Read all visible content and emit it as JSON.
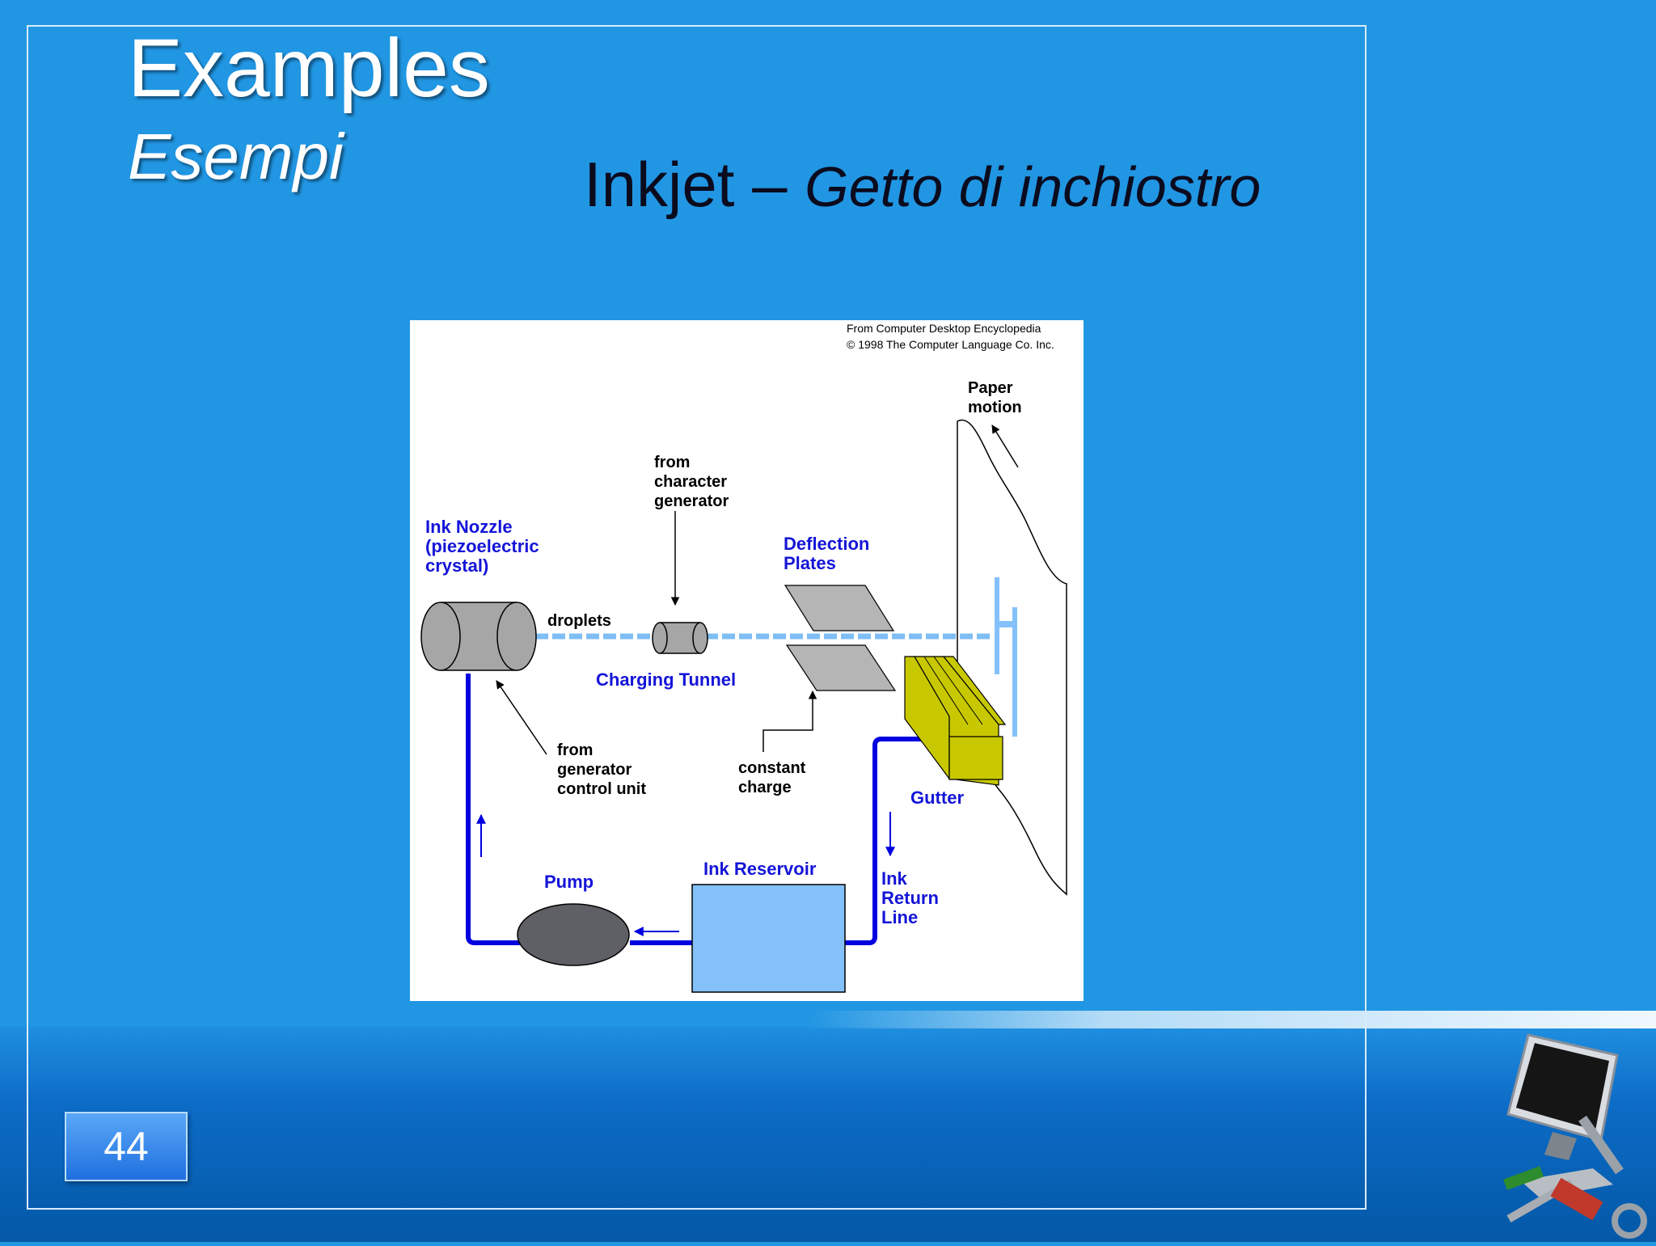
{
  "slide": {
    "title_en": "Examples",
    "title_it": "Esempi",
    "subtitle_en": "Inkjet – ",
    "subtitle_it": "Getto di inchiostro",
    "page_number": "44"
  },
  "diagram": {
    "credit_line1": "From Computer Desktop Encyclopedia",
    "credit_line2": "© 1998 The Computer Language Co. Inc.",
    "paper_motion_1": "Paper",
    "paper_motion_2": "motion",
    "from_char_1": "from",
    "from_char_2": "character",
    "from_char_3": "generator",
    "nozzle_1": "Ink Nozzle",
    "nozzle_2": "(piezoelectric",
    "nozzle_3": "crystal)",
    "deflection_1": "Deflection",
    "deflection_2": "Plates",
    "droplets": "droplets",
    "charging_tunnel": "Charging Tunnel",
    "from_gen_1": "from",
    "from_gen_2": "generator",
    "from_gen_3": "control unit",
    "constant_1": "constant",
    "constant_2": "charge",
    "gutter": "Gutter",
    "pump": "Pump",
    "reservoir": "Ink Reservoir",
    "return_1": "Ink",
    "return_2": "Return",
    "return_3": "Line",
    "colors": {
      "blue_label": "#1414d8",
      "pipe": "#0000e0",
      "droplet": "#7fbef5",
      "reservoir": "#84c1fb",
      "gutter": "#c8c800",
      "plates": "#b5b5b5",
      "nozzle": "#a6a6a6",
      "pump": "#5f5f66"
    }
  }
}
